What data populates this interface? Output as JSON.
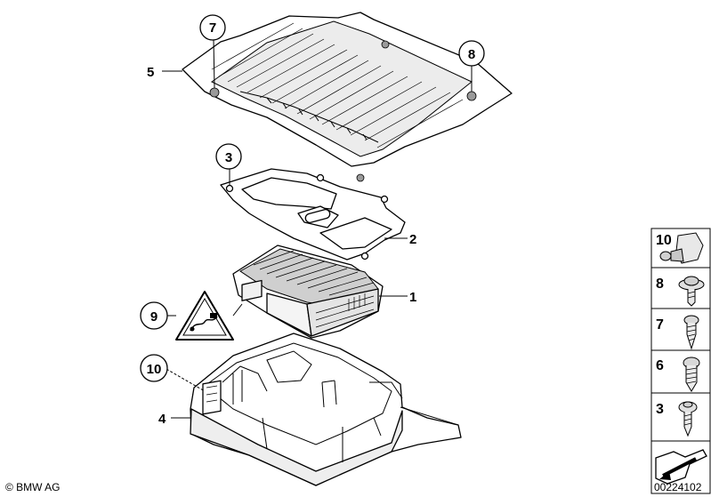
{
  "callouts": {
    "c1": "1",
    "c2": "2",
    "c3": "3",
    "c4": "4",
    "c5": "5",
    "c7": "7",
    "c8": "8",
    "c9": "9",
    "c10": "10"
  },
  "sidebar": {
    "items": [
      {
        "label": "10",
        "icon": "clip-nut-icon"
      },
      {
        "label": "8",
        "icon": "collar-screw-icon"
      },
      {
        "label": "7",
        "icon": "tapping-screw-icon"
      },
      {
        "label": "6",
        "icon": "screw-icon"
      },
      {
        "label": "3",
        "icon": "washer-screw-icon"
      }
    ]
  },
  "footer": {
    "copyright": "© BMW AG",
    "diagram_number": "00224102"
  }
}
